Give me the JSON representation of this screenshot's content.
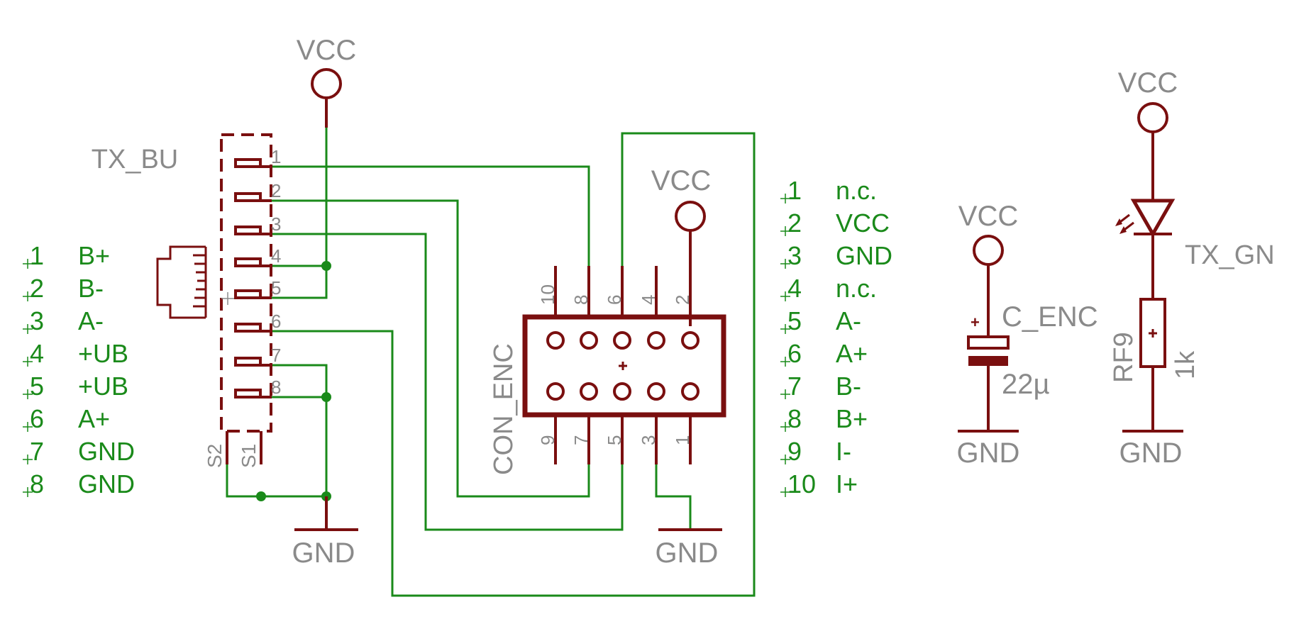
{
  "colors": {
    "wire": "#1a8a1a",
    "part": "#7a0f0f",
    "label": "#8a8a8a",
    "background": "#ffffff"
  },
  "power_labels": {
    "vcc_tx_bu": "VCC",
    "vcc_con_enc": "VCC",
    "vcc_c_enc": "VCC",
    "vcc_led": "VCC",
    "gnd_tx_bu": "GND",
    "gnd_con_enc": "GND",
    "gnd_c_enc": "GND",
    "gnd_led": "GND"
  },
  "tx_bu": {
    "name": "TX_BU",
    "pins": [
      "1",
      "2",
      "3",
      "4",
      "5",
      "6",
      "7",
      "8"
    ],
    "shield_pins": [
      "S2",
      "S1"
    ]
  },
  "con_enc": {
    "name": "CON_ENC",
    "top_pins": [
      "10",
      "8",
      "6",
      "4",
      "2"
    ],
    "bottom_pins": [
      "9",
      "7",
      "5",
      "3",
      "1"
    ]
  },
  "left_pinout": [
    {
      "num": "1",
      "signal": "B+"
    },
    {
      "num": "2",
      "signal": "B-"
    },
    {
      "num": "3",
      "signal": "A-"
    },
    {
      "num": "4",
      "signal": "+UB"
    },
    {
      "num": "5",
      "signal": "+UB"
    },
    {
      "num": "6",
      "signal": "A+"
    },
    {
      "num": "7",
      "signal": "GND"
    },
    {
      "num": "8",
      "signal": "GND"
    }
  ],
  "right_pinout": [
    {
      "num": "1",
      "signal": "n.c."
    },
    {
      "num": "2",
      "signal": "VCC"
    },
    {
      "num": "3",
      "signal": "GND"
    },
    {
      "num": "4",
      "signal": "n.c."
    },
    {
      "num": "5",
      "signal": "A-"
    },
    {
      "num": "6",
      "signal": "A+"
    },
    {
      "num": "7",
      "signal": "B-"
    },
    {
      "num": "8",
      "signal": "B+"
    },
    {
      "num": "9",
      "signal": "I-"
    },
    {
      "num": "10",
      "signal": "I+"
    }
  ],
  "c_enc": {
    "name": "C_ENC",
    "value": "22µ",
    "polarity": "+"
  },
  "led": {
    "name": "TX_GN"
  },
  "resistor": {
    "name": "RF9",
    "value": "1k"
  }
}
